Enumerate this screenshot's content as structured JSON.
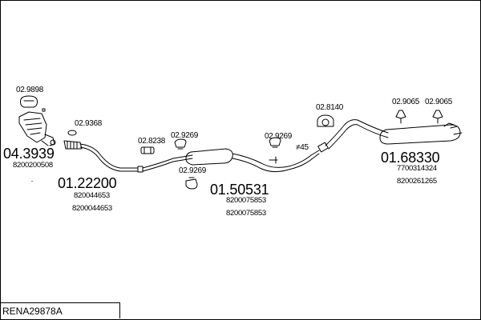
{
  "reference": "RENA29878A",
  "accessories": {
    "a1": "02.9898",
    "a2": "02.9368",
    "a3": "02.8238",
    "a4": "02.9269",
    "a5": "02.9269",
    "a6": "02.9269",
    "a7": "02.8140",
    "a8": "02.9065",
    "a9": "02.9065"
  },
  "pipe_marker": "45",
  "assemblies": {
    "catalyst": {
      "code": "04.3939",
      "oe": [
        "8200200508"
      ]
    },
    "front_pipe": {
      "code": "01.22200",
      "oe": [
        "820044653",
        "8200044653"
      ]
    },
    "middle_silencer": {
      "code": "01.50531",
      "oe": [
        "8200075853",
        "8200075853"
      ]
    },
    "rear_silencer": {
      "code": "01.68330",
      "oe": [
        "7700314324",
        "8200261265"
      ]
    }
  }
}
